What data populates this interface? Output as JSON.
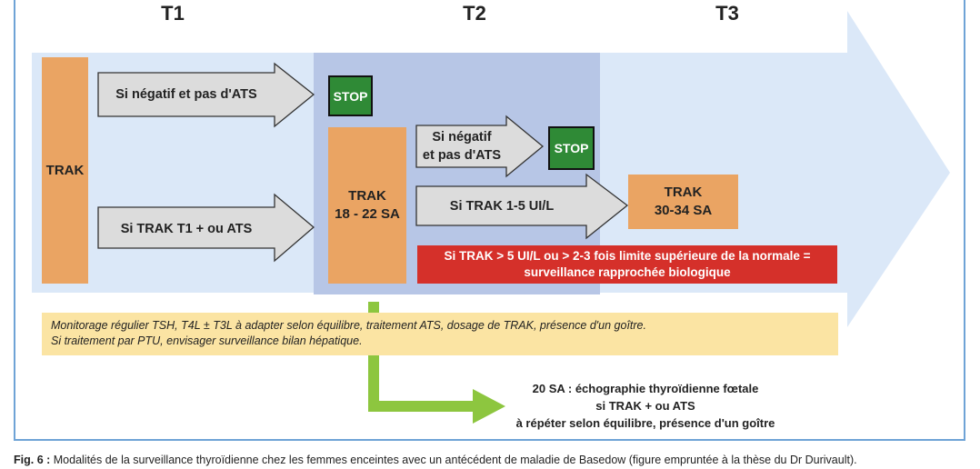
{
  "headers": {
    "t1": "T1",
    "t2": "T2",
    "t3": "T3"
  },
  "boxes": {
    "trak_start": "TRAK",
    "trak_18_22_line1": "TRAK",
    "trak_18_22_line2": "18 - 22 SA",
    "trak_30_34_line1": "TRAK",
    "trak_30_34_line2": "30-34 SA",
    "stop_1": "STOP",
    "stop_2": "STOP"
  },
  "arrows": {
    "neg_no_ats": "Si négatif et pas d'ATS",
    "trak_t1_ats": "Si TRAK T1 + ou ATS",
    "neg_line1": "Si négatif",
    "neg_line2": "et pas d'ATS",
    "trak_1_5": "Si TRAK 1-5 UI/L"
  },
  "alert": {
    "line1": "Si TRAK > 5 UI/L ou > 2-3 fois limite supérieure de la normale =",
    "line2": "surveillance rapprochée biologique"
  },
  "note": {
    "line1": "Monitorage régulier TSH, T4L ± T3L à adapter selon équilibre, traitement ATS, dosage de TRAK, présence d'un goître.",
    "line2": "Si traitement par PTU, envisager surveillance bilan hépatique."
  },
  "echo": {
    "line1": "20 SA : échographie thyroïdienne fœtale",
    "line2": "si TRAK + ou ATS",
    "line3": "à répéter selon équilibre, présence d'un goître"
  },
  "caption": {
    "label": "Fig. 6 :",
    "text": " Modalités de la surveillance thyroïdienne chez les femmes enceintes avec un antécédent de maladie de Basedow (figure empruntée à la thèse du Dr Durivault)."
  },
  "colors": {
    "timeline": "#dbe8f8",
    "t2_band": "#b7c6e6",
    "orange": "#eaa463",
    "stop_green": "#2f8a36",
    "alert_red": "#d5302a",
    "note_yellow": "#fbe4a3",
    "grey_arrow": "#dcdcdc",
    "green_arrow": "#8dc63f"
  }
}
